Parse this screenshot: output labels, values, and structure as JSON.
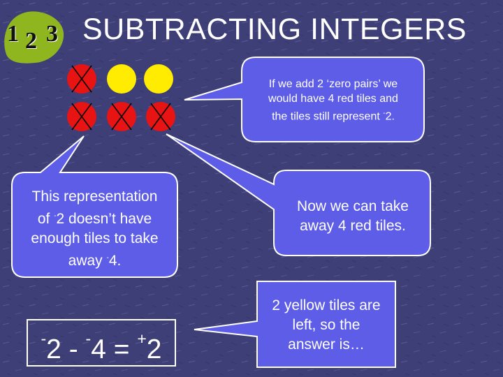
{
  "slide": {
    "title": "SUBTRACTING INTEGERS",
    "logo_digits": [
      "1",
      "2",
      "3"
    ]
  },
  "tiles": {
    "red_count": 4,
    "yellow_count": 2,
    "red_color": "#e81313",
    "yellow_color": "#ffec00",
    "crossed_out": 4
  },
  "callouts": {
    "zero_pairs": {
      "line1": "If we add 2 ‘zero pairs’ we",
      "line2": "would have 4 red tiles and",
      "line3_pre": "the tiles still represent ",
      "line3_sup": "-",
      "line3_post": "2."
    },
    "representation": {
      "line1": "This representation",
      "line2_pre": "of ",
      "line2_sup": "-",
      "line2_post": "2 doesn’t have",
      "line3": "enough tiles to take",
      "line4_pre": "away ",
      "line4_sup": "-",
      "line4_post": "4."
    },
    "take_away": {
      "line1": "Now we can take",
      "line2": "away 4 red tiles."
    },
    "answer": {
      "line1": "2 yellow tiles are",
      "line2": "left, so the",
      "line3": "answer is…"
    }
  },
  "equation": {
    "sup1": "-",
    "n1": "2",
    "minus": " - ",
    "sup2": "-",
    "n2": "4",
    "equals": " = ",
    "sup3": "+",
    "n3": "2"
  },
  "colors": {
    "background": "#3f3f78",
    "callout_fill": "#5d5de8",
    "callout_border": "#ffffff",
    "text": "#ffffff",
    "logo_green": "#8fb51f"
  }
}
